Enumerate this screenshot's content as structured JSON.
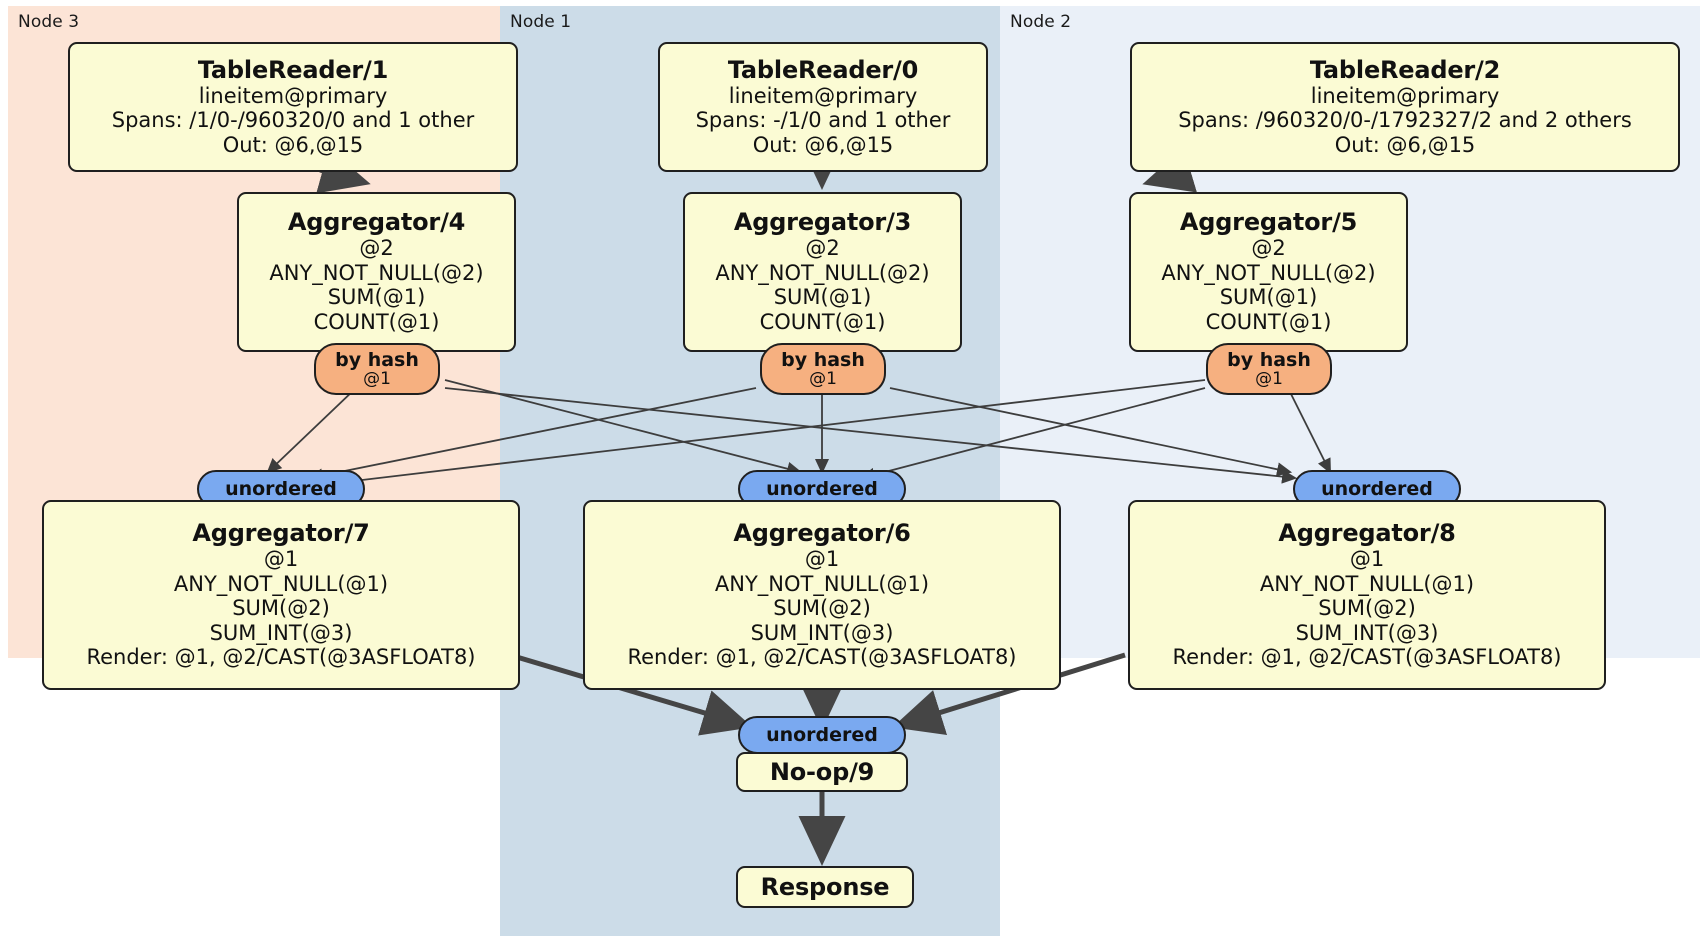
{
  "diagram": {
    "type": "distributed-query-plan",
    "colors": {
      "node3_bg": "#fce4d6",
      "node1_bg": "#ccdce8",
      "node2_bg": "#eaf0f8",
      "box_bg": "#fbfbd4",
      "box_border": "#1f1f1f",
      "hash_pill": "#f6b080",
      "unordered_pill": "#7aa9f0",
      "edge": "#3d3d3d"
    },
    "regions": [
      {
        "id": "node3",
        "label": "Node 3"
      },
      {
        "id": "node1",
        "label": "Node 1"
      },
      {
        "id": "node2",
        "label": "Node 2"
      }
    ],
    "nodes": {
      "table_reader_1": {
        "title": "TableReader/1",
        "lines": [
          "lineitem@primary",
          "Spans: /1/0-/960320/0 and 1 other",
          "Out: @6,@15"
        ]
      },
      "table_reader_0": {
        "title": "TableReader/0",
        "lines": [
          "lineitem@primary",
          "Spans: -/1/0 and 1 other",
          "Out: @6,@15"
        ]
      },
      "table_reader_2": {
        "title": "TableReader/2",
        "lines": [
          "lineitem@primary",
          "Spans: /960320/0-/1792327/2 and 2 others",
          "Out: @6,@15"
        ]
      },
      "aggregator_4": {
        "title": "Aggregator/4",
        "lines": [
          "@2",
          "ANY_NOT_NULL(@2)",
          "SUM(@1)",
          "COUNT(@1)"
        ]
      },
      "aggregator_3": {
        "title": "Aggregator/3",
        "lines": [
          "@2",
          "ANY_NOT_NULL(@2)",
          "SUM(@1)",
          "COUNT(@1)"
        ]
      },
      "aggregator_5": {
        "title": "Aggregator/5",
        "lines": [
          "@2",
          "ANY_NOT_NULL(@2)",
          "SUM(@1)",
          "COUNT(@1)"
        ]
      },
      "aggregator_7": {
        "title": "Aggregator/7",
        "lines": [
          "@1",
          "ANY_NOT_NULL(@1)",
          "SUM(@2)",
          "SUM_INT(@3)",
          "Render: @1, @2/CAST(@3ASFLOAT8)"
        ]
      },
      "aggregator_6": {
        "title": "Aggregator/6",
        "lines": [
          "@1",
          "ANY_NOT_NULL(@1)",
          "SUM(@2)",
          "SUM_INT(@3)",
          "Render: @1, @2/CAST(@3ASFLOAT8)"
        ]
      },
      "aggregator_8": {
        "title": "Aggregator/8",
        "lines": [
          "@1",
          "ANY_NOT_NULL(@1)",
          "SUM(@2)",
          "SUM_INT(@3)",
          "Render: @1, @2/CAST(@3ASFLOAT8)"
        ]
      },
      "noop_9": {
        "title": "No-op/9",
        "lines": []
      },
      "response": {
        "title": "Response",
        "lines": []
      }
    },
    "routers": {
      "hash_left": {
        "label": "by hash",
        "sub": "@1"
      },
      "hash_center": {
        "label": "by hash",
        "sub": "@1"
      },
      "hash_right": {
        "label": "by hash",
        "sub": "@1"
      },
      "unordered_left": {
        "label": "unordered",
        "sub": ""
      },
      "unordered_center": {
        "label": "unordered",
        "sub": ""
      },
      "unordered_right": {
        "label": "unordered",
        "sub": ""
      },
      "unordered_final": {
        "label": "unordered",
        "sub": ""
      }
    }
  }
}
